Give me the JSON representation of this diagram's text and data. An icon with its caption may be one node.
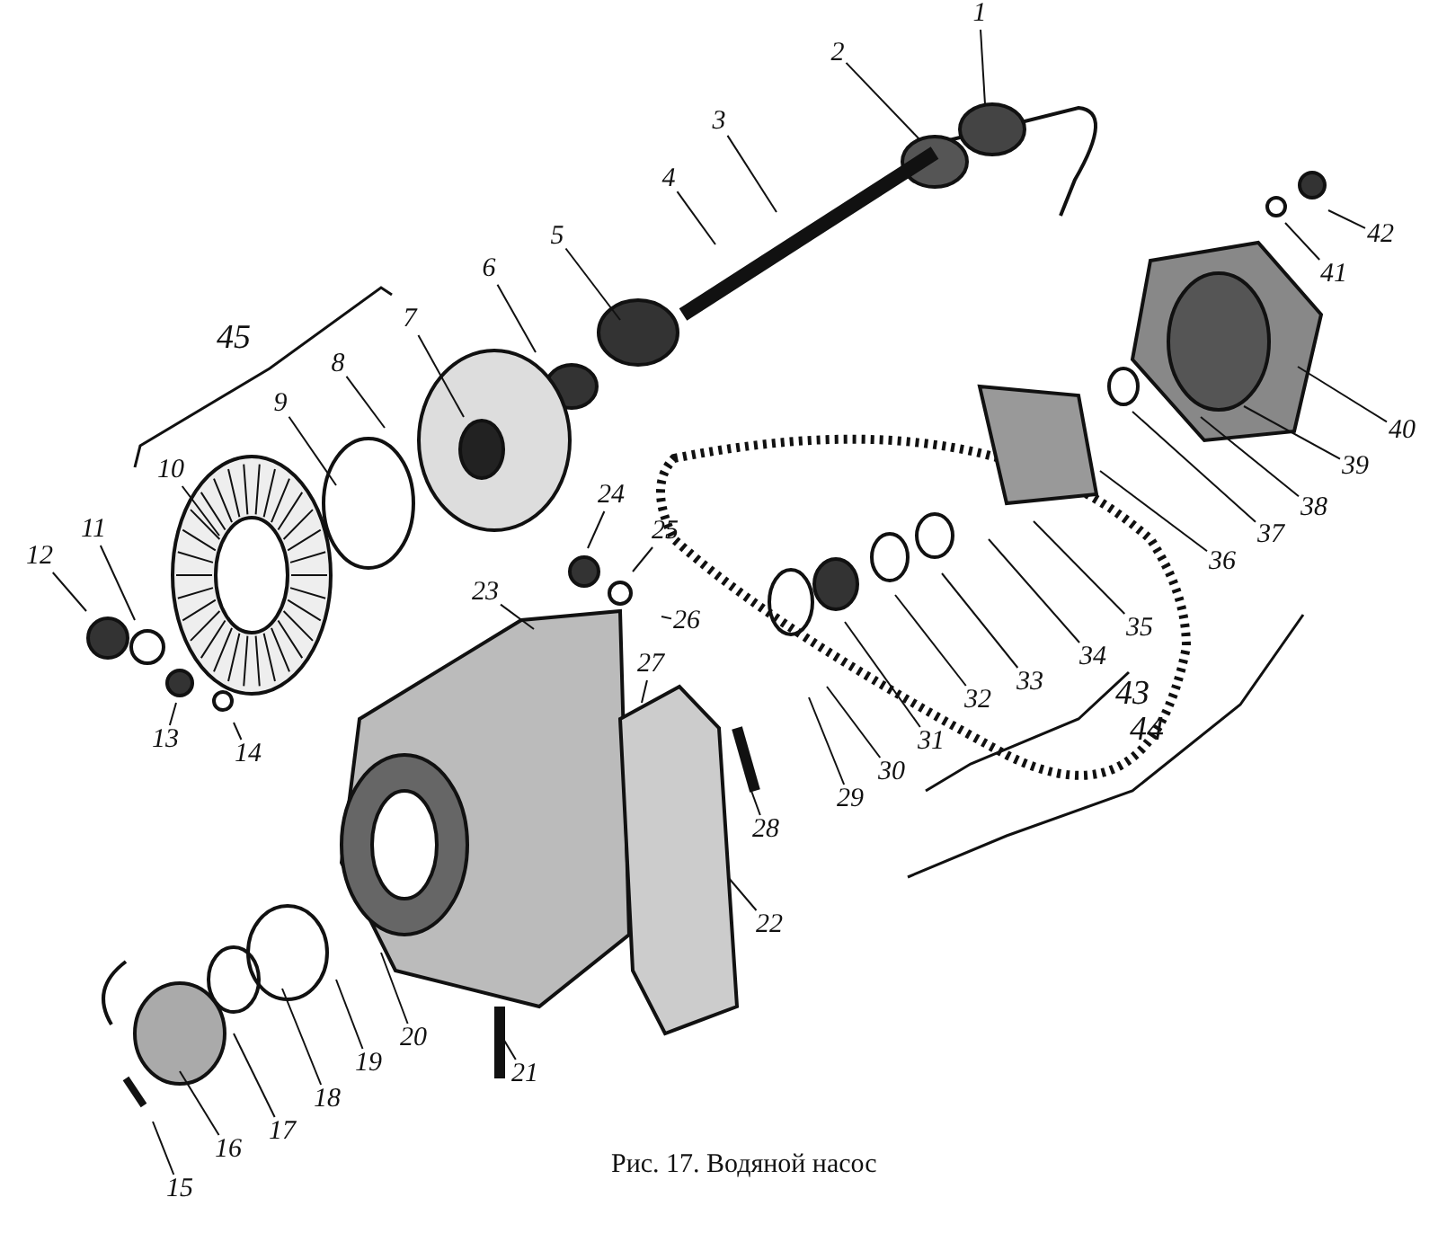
{
  "diagram": {
    "caption": "Рис. 17. Водяной насос",
    "nodes": [
      {
        "text": [
          "1"
        ]
      },
      {
        "text": [
          "2"
        ]
      },
      {
        "text": [
          "3"
        ]
      },
      {
        "text": [
          "4"
        ]
      },
      {
        "text": [
          "5"
        ]
      },
      {
        "text": [
          "6"
        ]
      },
      {
        "text": [
          "7"
        ]
      },
      {
        "text": [
          "8"
        ]
      },
      {
        "text": [
          "9"
        ]
      },
      {
        "text": [
          "10"
        ]
      },
      {
        "text": [
          "11"
        ]
      },
      {
        "text": [
          "12"
        ]
      },
      {
        "text": [
          "13"
        ]
      },
      {
        "text": [
          "14"
        ]
      },
      {
        "text": [
          "15"
        ]
      },
      {
        "text": [
          "16"
        ]
      },
      {
        "text": [
          "17"
        ]
      },
      {
        "text": [
          "18"
        ]
      },
      {
        "text": [
          "19"
        ]
      },
      {
        "text": [
          "20"
        ]
      },
      {
        "text": [
          "21"
        ]
      },
      {
        "text": [
          "22"
        ]
      },
      {
        "text": [
          "23"
        ]
      },
      {
        "text": [
          "24"
        ]
      },
      {
        "text": [
          "25"
        ]
      },
      {
        "text": [
          "26"
        ]
      },
      {
        "text": [
          "27"
        ]
      },
      {
        "text": [
          "28"
        ]
      },
      {
        "text": [
          "29"
        ]
      },
      {
        "text": [
          "30"
        ]
      },
      {
        "text": [
          "31"
        ]
      },
      {
        "text": [
          "32"
        ]
      },
      {
        "text": [
          "33"
        ]
      },
      {
        "text": [
          "34"
        ]
      },
      {
        "text": [
          "35"
        ]
      },
      {
        "text": [
          "36"
        ]
      },
      {
        "text": [
          "37"
        ]
      },
      {
        "text": [
          "38"
        ]
      },
      {
        "text": [
          "39"
        ]
      },
      {
        "text": [
          "40"
        ]
      },
      {
        "text": [
          "41"
        ]
      },
      {
        "text": [
          "42"
        ]
      }
    ],
    "edges": [
      {
        "from": 0,
        "to": null,
        "arrow": "none"
      },
      {
        "from": 1,
        "to": null,
        "arrow": "none"
      },
      {
        "from": 2,
        "to": null,
        "arrow": "none"
      },
      {
        "from": 3,
        "to": null,
        "arrow": "none"
      },
      {
        "from": 4,
        "to": null,
        "arrow": "none"
      },
      {
        "from": 5,
        "to": null,
        "arrow": "none"
      },
      {
        "from": 6,
        "to": null,
        "arrow": "none"
      },
      {
        "from": 7,
        "to": null,
        "arrow": "none"
      },
      {
        "from": 8,
        "to": null,
        "arrow": "none"
      },
      {
        "from": 9,
        "to": null,
        "arrow": "none"
      },
      {
        "from": 10,
        "to": null,
        "arrow": "none"
      },
      {
        "from": 11,
        "to": null,
        "arrow": "none"
      },
      {
        "from": 12,
        "to": null,
        "arrow": "none"
      },
      {
        "from": 13,
        "to": null,
        "arrow": "none"
      },
      {
        "from": 14,
        "to": null,
        "arrow": "none"
      },
      {
        "from": 15,
        "to": null,
        "arrow": "none"
      },
      {
        "from": 16,
        "to": null,
        "arrow": "none"
      },
      {
        "from": 17,
        "to": null,
        "arrow": "none"
      },
      {
        "from": 18,
        "to": null,
        "arrow": "none"
      },
      {
        "from": 19,
        "to": null,
        "arrow": "none"
      },
      {
        "from": 20,
        "to": null,
        "arrow": "none"
      },
      {
        "from": 21,
        "to": null,
        "arrow": "none"
      },
      {
        "from": 22,
        "to": null,
        "arrow": "none"
      },
      {
        "from": 23,
        "to": null,
        "arrow": "none"
      },
      {
        "from": 24,
        "to": null,
        "arrow": "none"
      },
      {
        "from": 25,
        "to": null,
        "arrow": "none"
      },
      {
        "from": 26,
        "to": null,
        "arrow": "none"
      },
      {
        "from": 27,
        "to": null,
        "arrow": "none"
      },
      {
        "from": 28,
        "to": null,
        "arrow": "none"
      },
      {
        "from": 29,
        "to": null,
        "arrow": "none"
      },
      {
        "from": 30,
        "to": null,
        "arrow": "none"
      },
      {
        "from": 31,
        "to": null,
        "arrow": "none"
      },
      {
        "from": 32,
        "to": null,
        "arrow": "none"
      },
      {
        "from": 33,
        "to": null,
        "arrow": "none"
      },
      {
        "from": 34,
        "to": null,
        "arrow": "none"
      },
      {
        "from": 35,
        "to": null,
        "arrow": "none"
      },
      {
        "from": 36,
        "to": null,
        "arrow": "none"
      },
      {
        "from": 37,
        "to": null,
        "arrow": "none"
      },
      {
        "from": 38,
        "to": null,
        "arrow": "none"
      },
      {
        "from": 39,
        "to": null,
        "arrow": "none"
      },
      {
        "from": 40,
        "to": null,
        "arrow": "none"
      },
      {
        "from": 41,
        "to": null,
        "arrow": "none"
      }
    ],
    "labels": [
      "45",
      "43",
      "44"
    ]
  }
}
